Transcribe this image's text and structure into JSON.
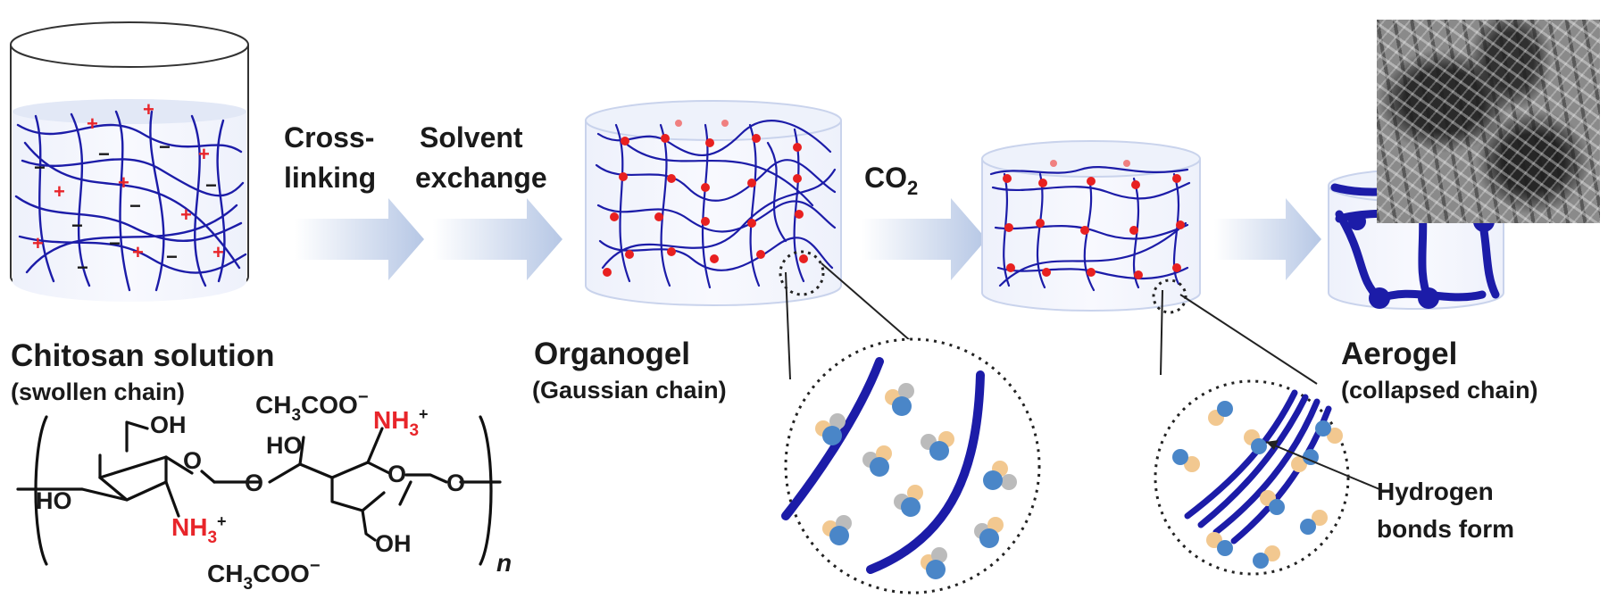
{
  "steps": {
    "crosslink": {
      "line1": "Cross-",
      "line2": "linking"
    },
    "solvent": {
      "line1": "Solvent",
      "line2": "exchange"
    },
    "co2": {
      "main": "CO",
      "sub": "2"
    }
  },
  "stages": {
    "solution": {
      "name": "Chitosan solution",
      "desc": "(swollen chain)"
    },
    "organogel": {
      "name": "Organogel",
      "desc": "(Gaussian chain)"
    },
    "aerogel": {
      "name": "Aerogel",
      "desc": "(collapsed chain)"
    }
  },
  "annotation": {
    "line1": "Hydrogen",
    "line2": "bonds form"
  },
  "structure": {
    "oh_top": "OH",
    "ho_left": "HO",
    "ho_mid": "HO",
    "oh_bottom": "OH",
    "ring_o1": "O",
    "ring_o2": "O",
    "bridge_o": "O",
    "end_o": "O",
    "nh_a": "NH",
    "nh_a_sub": "3",
    "nh_a_sup": "+",
    "nh_b": "NH",
    "nh_b_sub": "3",
    "nh_b_sup": "+",
    "acetate_top": {
      "a": "CH",
      "sub": "3",
      "b": "COO",
      "sup": "−"
    },
    "acetate_bottom": {
      "a": "CH",
      "sub": "3",
      "b": "COO",
      "sup": "−"
    },
    "repeat": "n"
  },
  "colors": {
    "chain": "#1c1ca8",
    "charge": "#e8252a",
    "node": "#e82020",
    "arrow": "#b8c8e6",
    "amine": "#e8252a",
    "dot": "#4a86c8",
    "dot2": "#f2c890"
  },
  "icons": {
    "arrow": "arrow-right-icon"
  }
}
